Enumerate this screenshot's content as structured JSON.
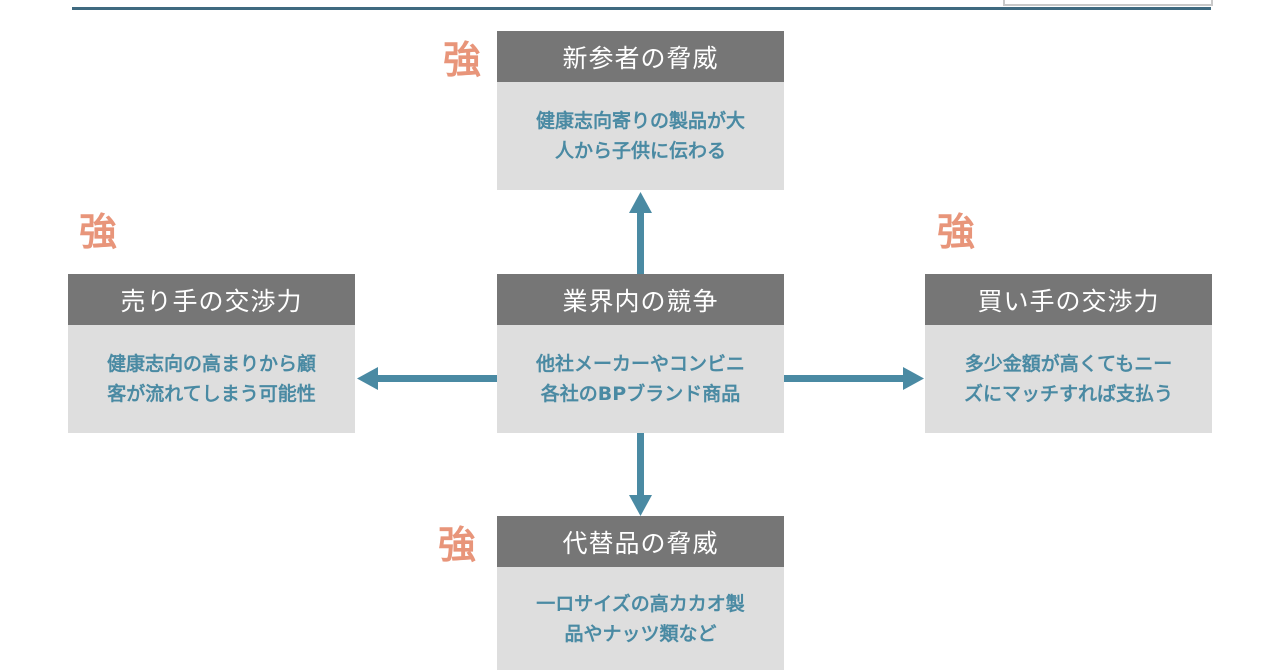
{
  "forces": {
    "new_entrants": {
      "title": "新参者の脅威",
      "body_line1": "健康志向寄りの製品が大",
      "body_line2": "人から子供に伝わる",
      "strength": "強"
    },
    "suppliers": {
      "title": "売り手の交渉力",
      "body_line1": "健康志向の高まりから顧",
      "body_line2": "客が流れてしまう可能性",
      "strength": "強"
    },
    "rivalry": {
      "title": "業界内の競争",
      "body_line1": "他社メーカーやコンビニ",
      "body_line2": "各社のBPブランド商品"
    },
    "buyers": {
      "title": "買い手の交渉力",
      "body_line1": "多少金額が高くてもニー",
      "body_line2": "ズにマッチすれば支払う",
      "strength": "強"
    },
    "substitutes": {
      "title": "代替品の脅威",
      "body_line1": "一ロサイズの高カカオ製",
      "body_line2": "品やナッツ類など",
      "strength": "強"
    }
  },
  "colors": {
    "header_bg": "#767676",
    "body_bg": "#dedede",
    "body_text": "#4a8aa3",
    "arrow": "#4a8aa3",
    "strength": "#e8957a",
    "rule": "#3f6a80"
  }
}
